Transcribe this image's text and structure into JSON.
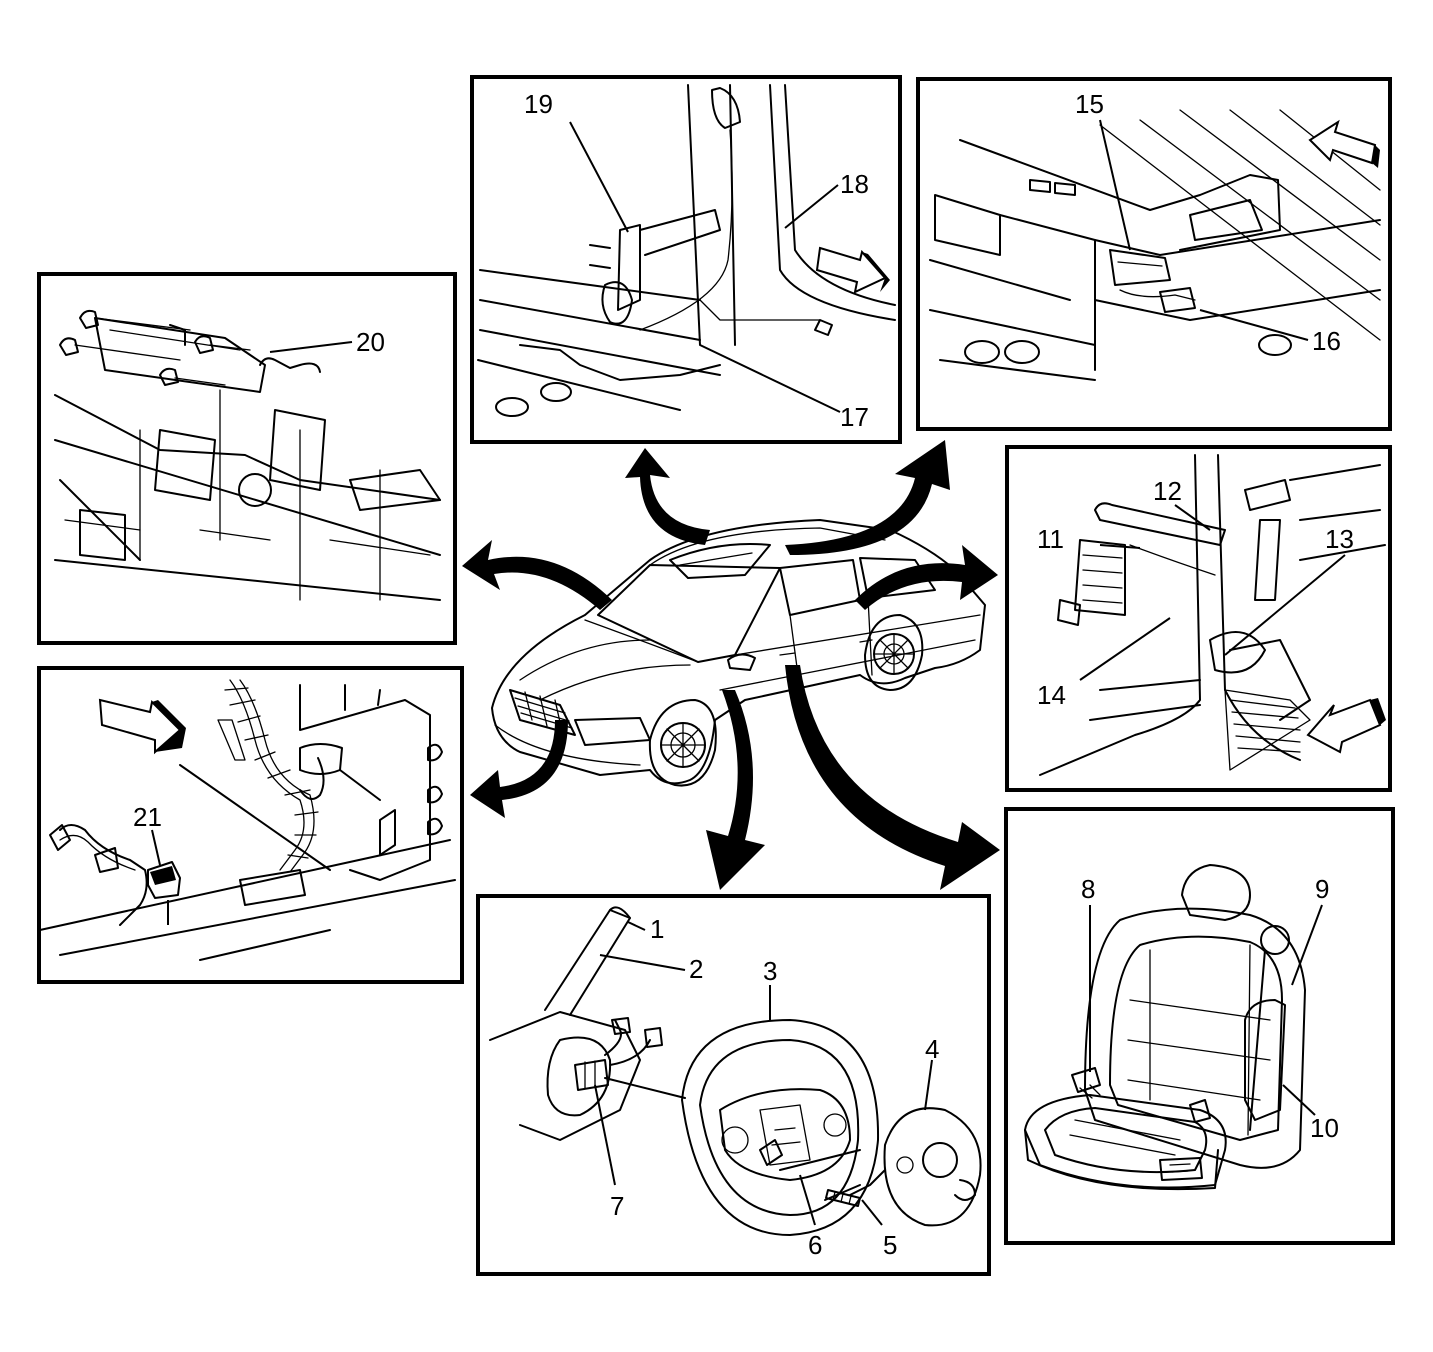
{
  "callouts": {
    "c1": "1",
    "c2": "2",
    "c3": "3",
    "c4": "4",
    "c5": "5",
    "c6": "6",
    "c7": "7",
    "c8": "8",
    "c9": "9",
    "c10": "10",
    "c11": "11",
    "c12": "12",
    "c13": "13",
    "c14": "14",
    "c15": "15",
    "c16": "16",
    "c17": "17",
    "c18": "18",
    "c19": "19",
    "c20": "20",
    "c21": "21"
  },
  "colors": {
    "ink": "#000000",
    "paper": "#ffffff"
  },
  "icons": [
    "direction-arrow-icon",
    "callout-arrow-icon"
  ]
}
